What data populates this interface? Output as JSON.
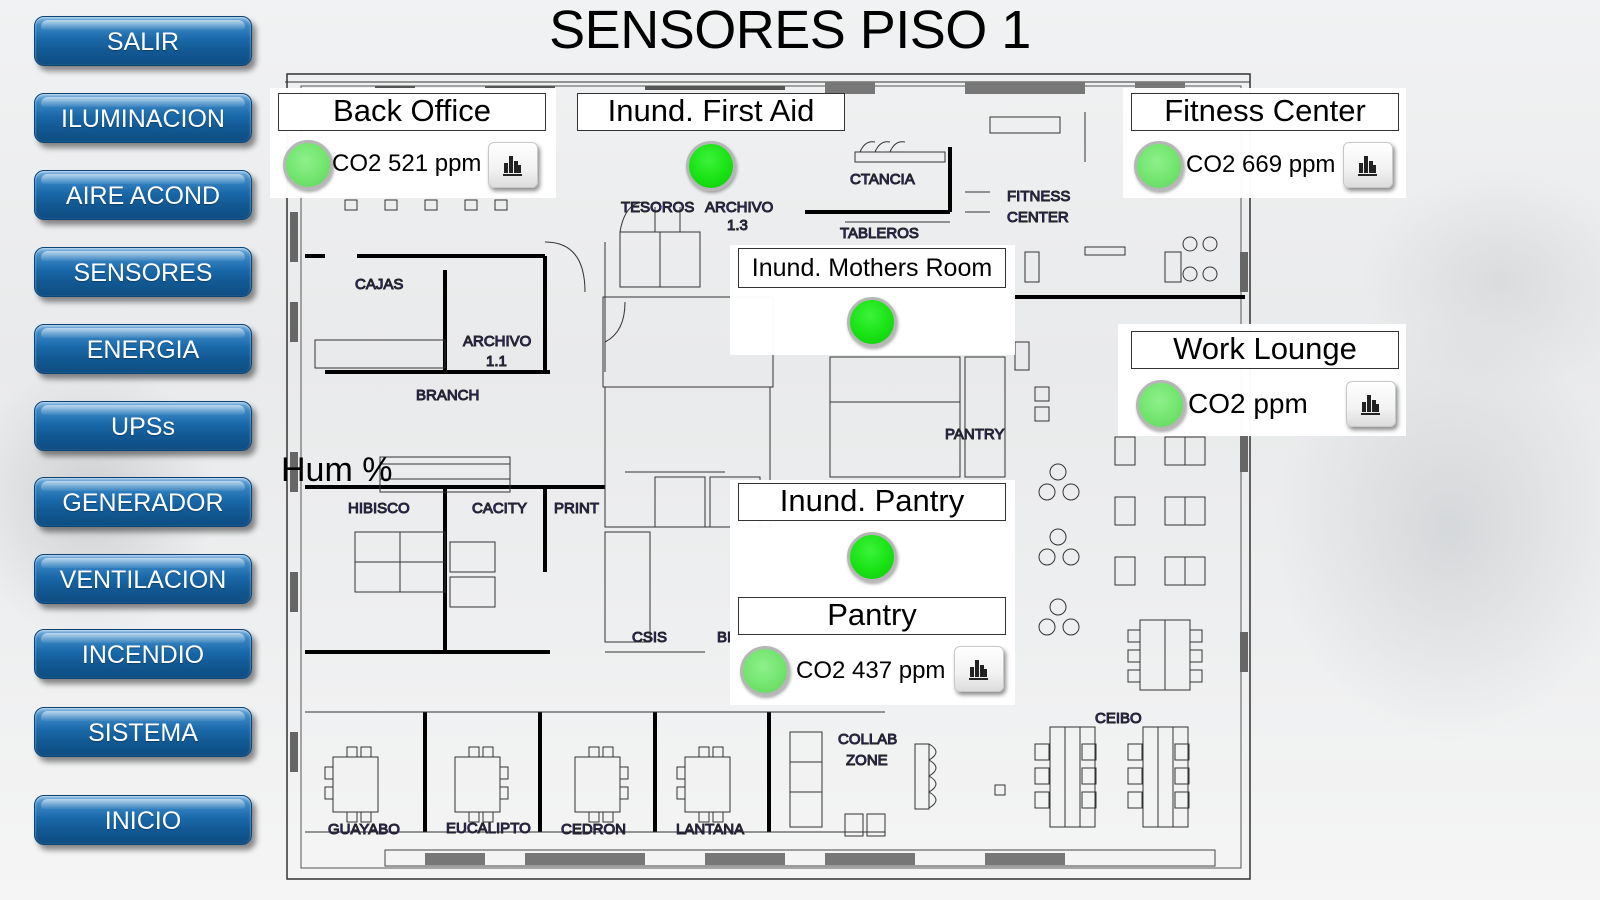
{
  "page": {
    "title": "SENSORES PISO 1"
  },
  "nav": {
    "buttons": [
      {
        "label": "SALIR"
      },
      {
        "label": "ILUMINACION"
      },
      {
        "label": "AIRE ACOND"
      },
      {
        "label": "SENSORES"
      },
      {
        "label": "ENERGIA"
      },
      {
        "label": "UPSs"
      },
      {
        "label": "GENERADOR"
      },
      {
        "label": "VENTILACION"
      },
      {
        "label": "INCENDIO"
      },
      {
        "label": "SISTEMA"
      },
      {
        "label": "INICIO"
      }
    ]
  },
  "floor_plan": {
    "rooms": {
      "cajas": "CAJAS",
      "archivo_11_a": "ARCHIVO",
      "archivo_11_b": "1.1",
      "branch": "BRANCH",
      "tesoros": "TESOROS",
      "archivo_13_a": "ARCHIVO",
      "archivo_13_b": "1.3",
      "lactancia": "CTANCIA",
      "tableros": "TABLEROS",
      "fitness_a": "FITNESS",
      "fitness_b": "CENTER",
      "pantry": "PANTRY",
      "hibisco": "HIBISCO",
      "cacity": "CACITY",
      "print": "PRINT",
      "csis": "CSIS",
      "bi": "BI",
      "guayabo": "GUAYABO",
      "eucalipto": "EUCALIPTO",
      "cedron": "CEDRON",
      "lantana": "LANTANA",
      "collab_a": "COLLAB",
      "collab_b": "ZONE",
      "ceibo": "CEIBO"
    },
    "hum_label": "Hum %"
  },
  "sensors": {
    "back_office": {
      "title": "Back Office",
      "reading": "CO2 521 ppm",
      "value": 521,
      "unit": "ppm",
      "status": "ok",
      "chart_icon": "bar-chart-icon"
    },
    "first_aid": {
      "title": "Inund. First Aid",
      "status": "ok"
    },
    "fitness_center": {
      "title": "Fitness Center",
      "reading": "CO2 669 ppm",
      "value": 669,
      "unit": "ppm",
      "status": "ok",
      "chart_icon": "bar-chart-icon"
    },
    "mothers_room": {
      "title": "Inund. Mothers Room",
      "status": "ok"
    },
    "work_lounge": {
      "title": "Work Lounge",
      "reading": "CO2 ppm",
      "unit": "ppm",
      "status": "ok",
      "chart_icon": "bar-chart-icon"
    },
    "inund_pantry": {
      "title": "Inund. Pantry",
      "status": "ok"
    },
    "pantry": {
      "title": "Pantry",
      "reading": "CO2 437 ppm",
      "value": 437,
      "unit": "ppm",
      "status": "ok",
      "chart_icon": "bar-chart-icon"
    }
  },
  "colors": {
    "nav_button": "#1a69aa",
    "co2_led": "#72e56e",
    "flood_led": "#18e214",
    "room_label": "#3a22d6"
  }
}
